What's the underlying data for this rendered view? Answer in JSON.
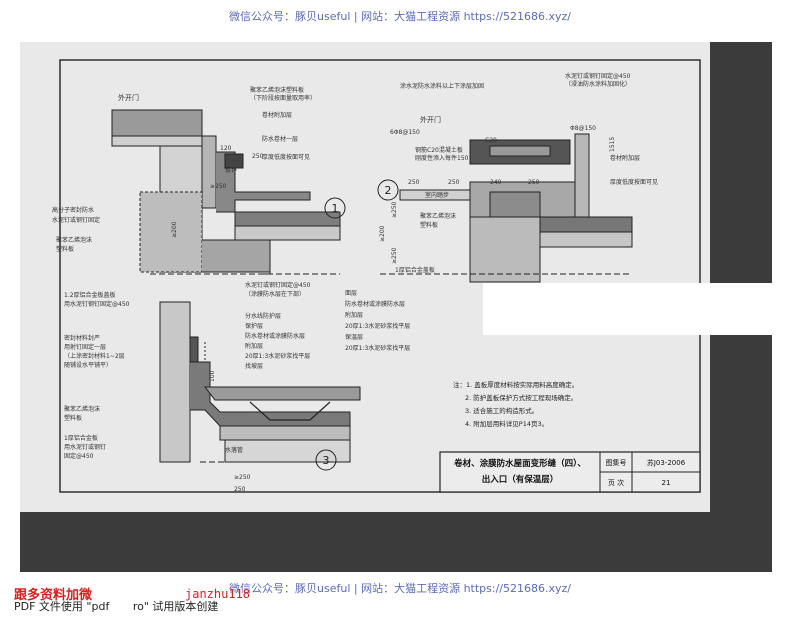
{
  "watermark": {
    "top": "微信公众号：豚贝useful  |  网站：大猫工程资源 https://521686.xyz/",
    "bottom": "微信公众号：豚贝useful  |  网站：大猫工程资源 https://521686.xyz/"
  },
  "footer": {
    "promo": "跟多资料加微",
    "wechat_id": "janzhu118",
    "pdf_parts": [
      "PDF 文件使用 \"pdf",
      "ro\" 试用版本创建"
    ]
  },
  "drawing": {
    "detail1": {
      "number": "1",
      "labels": [
        "外开门",
        "聚苯乙烯泡沫塑料板",
        "（下阶段按面量取用率）",
        "卷材附加层",
        "防水卷材一层",
        "厚度低度按面可见",
        "镀锌",
        "高分子密封防水",
        "水泥钉或钢钉固定",
        "聚苯乙烯泡沫",
        "塑料板",
        "120",
        "250",
        "≥250",
        "≥200"
      ]
    },
    "detail2": {
      "number": "2",
      "labels": [
        "涂水泥防水涂料以上下涂层加固",
        "水泥钉或钢钉固定@450",
        "（浸油防水涂料加固化）",
        "6Φ8@150",
        "外开门",
        "Φ8@150",
        "钢筋C20混凝土板",
        "刚度性添入每件150",
        "C20",
        "250",
        "250",
        "240",
        "250",
        "室内踏步",
        "聚苯乙烯泡沫",
        "塑料板",
        "卷材附加层",
        "厚度低度按面可见",
        "1厚铝合金盖板",
        "≥200",
        "≥250",
        "≥250",
        "1515"
      ]
    },
    "detail3": {
      "number": "3",
      "labels": [
        "1.2厚铝合金板盖板",
        "用水泥钉钢钉固定@450",
        "密封材料封严",
        "用射钉固定一层",
        "（上涂密封材料1~2层",
        "随铺设水平铺平）",
        "聚苯乙烯泡沫",
        "塑料板",
        "1厚铝合金板",
        "用水泥钉或钢钉",
        "固定@450",
        "水泥钉或钢钉固定@450",
        "（涂膜防水层在下部）",
        "分水线防护层",
        "保护层",
        "防水卷材或涂膜防水层",
        "附加层",
        "20厚1:3水泥砂浆找平层",
        "找坡层",
        "面层",
        "防水卷材或涂膜防水层",
        "附加层",
        "20厚1:3水泥砂浆找平层",
        "保温层",
        "20厚1:3水泥砂浆找平层",
        "≥250",
        "250",
        "100",
        "水落管"
      ]
    },
    "notes": [
      "注：1. 盖板厚度材料按实际用料高度确定。",
      "2. 防护盖板保护方式按工程现场确定。",
      "3. 适合施工的构造形式。",
      "4. 附加层用料详见P14页3。"
    ],
    "title_block": {
      "title_line1": "卷材、涂膜防水屋面变形缝（四）、",
      "title_line2": "出入口（有保温层）",
      "atlas_label": "图集号",
      "atlas_value": "苏J03-2006",
      "page_label": "页 次",
      "page_value": "21"
    }
  }
}
